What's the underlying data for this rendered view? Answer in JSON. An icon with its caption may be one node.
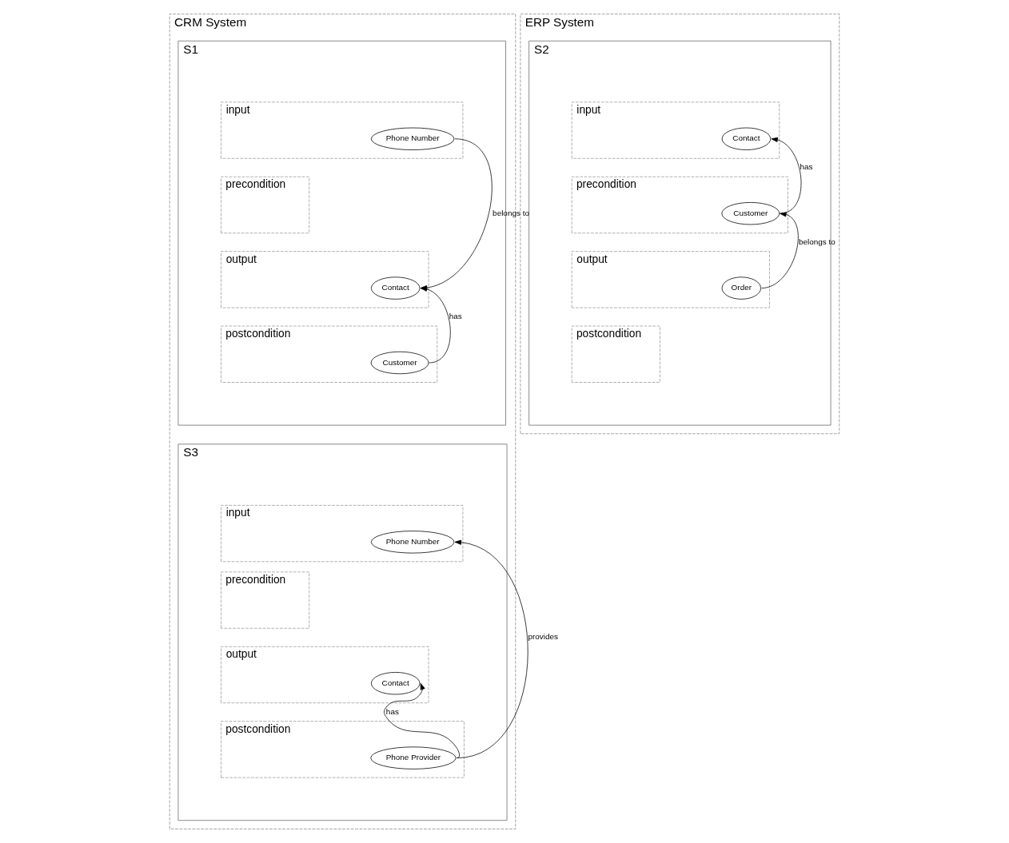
{
  "diagram": {
    "nodes": [
      {
        "text": [
          "CRM System"
        ]
      },
      {
        "text": [
          "S1"
        ],
        "in": 0
      },
      {
        "text": [
          "input"
        ],
        "in": 1
      },
      {
        "text": [
          "Phone Number"
        ],
        "in": 2
      },
      {
        "text": [
          "precondition"
        ],
        "in": 1
      },
      {
        "text": [
          "output"
        ],
        "in": 1
      },
      {
        "text": [
          "Contact"
        ],
        "in": 5
      },
      {
        "text": [
          "postcondition"
        ],
        "in": 1
      },
      {
        "text": [
          "Customer"
        ],
        "in": 7
      },
      {
        "text": [
          "S3"
        ],
        "in": 0
      },
      {
        "text": [
          "input"
        ],
        "in": 9
      },
      {
        "text": [
          "Phone Number"
        ],
        "in": 10
      },
      {
        "text": [
          "precondition"
        ],
        "in": 9
      },
      {
        "text": [
          "output"
        ],
        "in": 9
      },
      {
        "text": [
          "Contact"
        ],
        "in": 13
      },
      {
        "text": [
          "postcondition"
        ],
        "in": 9
      },
      {
        "text": [
          "Phone Provider"
        ],
        "in": 15
      },
      {
        "text": [
          "ERP System"
        ]
      },
      {
        "text": [
          "S2"
        ],
        "in": 17
      },
      {
        "text": [
          "input"
        ],
        "in": 18
      },
      {
        "text": [
          "Contact"
        ],
        "in": 19
      },
      {
        "text": [
          "precondition"
        ],
        "in": 18
      },
      {
        "text": [
          "Customer"
        ],
        "in": 21
      },
      {
        "text": [
          "output"
        ],
        "in": 18
      },
      {
        "text": [
          "Order"
        ],
        "in": 23
      },
      {
        "text": [
          "postcondition"
        ],
        "in": 18
      }
    ],
    "edges": [
      {
        "from": 3,
        "to": 6,
        "arrow": "to",
        "label": "belongs to"
      },
      {
        "from": 8,
        "to": 6,
        "arrow": "to",
        "label": "has"
      },
      {
        "from": 16,
        "to": 11,
        "arrow": "to",
        "label": "provides"
      },
      {
        "from": 16,
        "to": 14,
        "arrow": "to",
        "label": "has"
      },
      {
        "from": 22,
        "to": 20,
        "arrow": "to",
        "label": "has"
      },
      {
        "from": 24,
        "to": 22,
        "arrow": "to",
        "label": "belongs to"
      }
    ]
  }
}
